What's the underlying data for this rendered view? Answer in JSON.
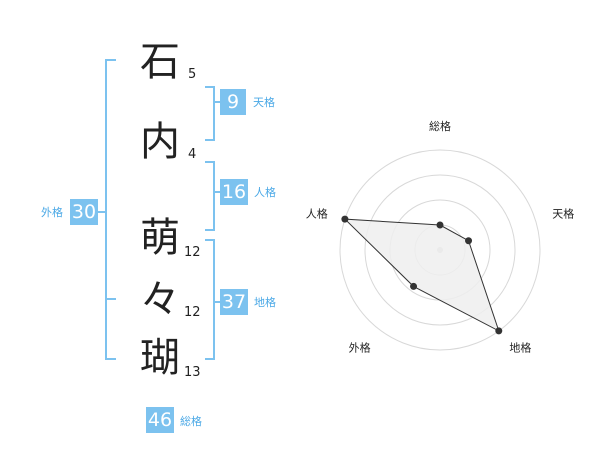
{
  "name": {
    "characters": [
      {
        "char": "石",
        "strokes": "5"
      },
      {
        "char": "内",
        "strokes": "4"
      },
      {
        "char": "萌",
        "strokes": "12"
      },
      {
        "char": "々",
        "strokes": "12"
      },
      {
        "char": "瑚",
        "strokes": "13"
      }
    ]
  },
  "kakusu": {
    "tenkaku": {
      "value": "9",
      "label": "天格"
    },
    "jinkaku": {
      "value": "16",
      "label": "人格"
    },
    "chikaku": {
      "value": "37",
      "label": "地格"
    },
    "gaikaku": {
      "value": "30",
      "label": "外格"
    },
    "soukaku": {
      "value": "46",
      "label": "総格"
    }
  },
  "colors": {
    "accent": "#7cc2ef",
    "accent_text": "#4aa8e6",
    "bracket": "#7cc2ef",
    "grid": "#d8d8d8",
    "polygon_fill": "#eeeeee",
    "polygon_stroke": "#333333"
  },
  "chart_data": {
    "type": "radar",
    "axes": [
      "総格",
      "天格",
      "地格",
      "外格",
      "人格"
    ],
    "values": [
      0.25,
      0.3,
      1.0,
      0.45,
      1.0
    ],
    "rings": 4
  }
}
